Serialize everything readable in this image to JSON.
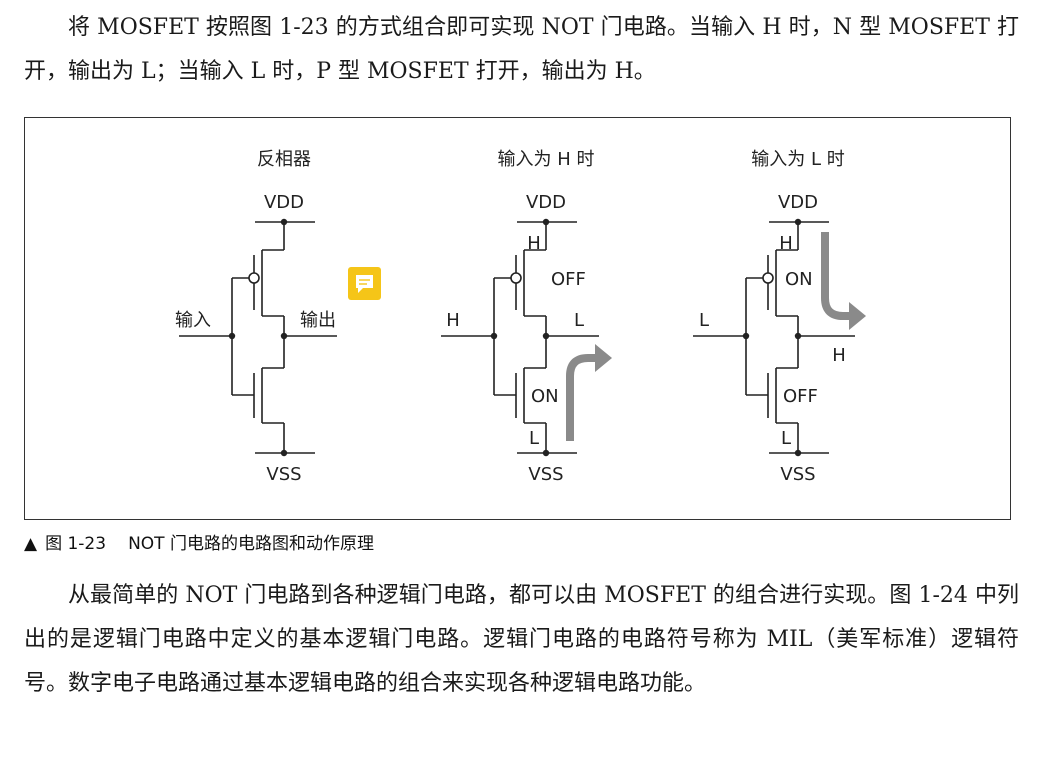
{
  "top_paragraph": "将 MOSFET 按照图 1-23 的方式组合即可实现 NOT 门电路。当输入 H 时，N 型 MOSFET 打开，输出为 L；当输入 L 时，P 型 MOSFET 打开，输出为 H。",
  "figure": {
    "panels": [
      {
        "title": "反相器",
        "vdd": "VDD",
        "vss": "VSS",
        "input_label": "输入",
        "output_label": "输出"
      },
      {
        "title": "输入为 H 时",
        "vdd": "VDD",
        "vss": "VSS",
        "input_label": "H",
        "output_label": "L",
        "top_node": "H",
        "bottom_node": "L",
        "p_state": "OFF",
        "n_state": "ON"
      },
      {
        "title": "输入为 L 时",
        "vdd": "VDD",
        "vss": "VSS",
        "input_label": "L",
        "output_label": "H",
        "top_node": "H",
        "bottom_node": "L",
        "p_state": "ON",
        "n_state": "OFF"
      }
    ],
    "comment_icon": "comment-icon",
    "colors": {
      "comment_icon": "#f5c518",
      "arrow": "#8a8a8a"
    }
  },
  "caption": {
    "marker": "▲",
    "figure_number": "图 1-23",
    "text": "NOT 门电路的电路图和动作原理"
  },
  "bottom_paragraph": "从最简单的 NOT 门电路到各种逻辑门电路，都可以由 MOSFET 的组合进行实现。图 1-24 中列出的是逻辑门电路中定义的基本逻辑门电路。逻辑门电路的电路符号称为 MIL（美军标准）逻辑符号。数字电子电路通过基本逻辑电路的组合来实现各种逻辑电路功能。"
}
